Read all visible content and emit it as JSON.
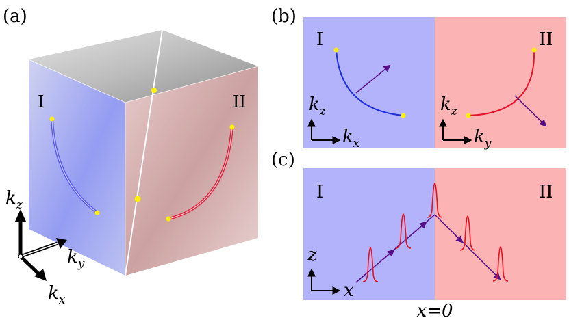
{
  "panels": {
    "a": {
      "label": "(a)",
      "region_left": "I",
      "region_right": "II",
      "axes": {
        "z": "k",
        "z_sub": "z",
        "y": "k",
        "y_sub": "y",
        "x": "k",
        "x_sub": "x"
      }
    },
    "b": {
      "label": "(b)",
      "region_left": "I",
      "region_right": "II",
      "left_axes": {
        "vertical": "k",
        "vertical_sub": "z",
        "horizontal": "k",
        "horizontal_sub": "x"
      },
      "right_axes": {
        "vertical": "k",
        "vertical_sub": "z",
        "horizontal": "k",
        "horizontal_sub": "y"
      }
    },
    "c": {
      "label": "(c)",
      "region_left": "I",
      "region_right": "II",
      "axes": {
        "vertical": "z",
        "horizontal": "x"
      },
      "interface_label": "x=0"
    }
  },
  "colors": {
    "region_I": "#b3b3fb",
    "region_II": "#fbb3b3",
    "blue_curve": "#1f2fe0",
    "red_curve": "#e8102a",
    "arrow": "#5a0f8a",
    "point": "#fff000",
    "packet": "#e81020"
  }
}
